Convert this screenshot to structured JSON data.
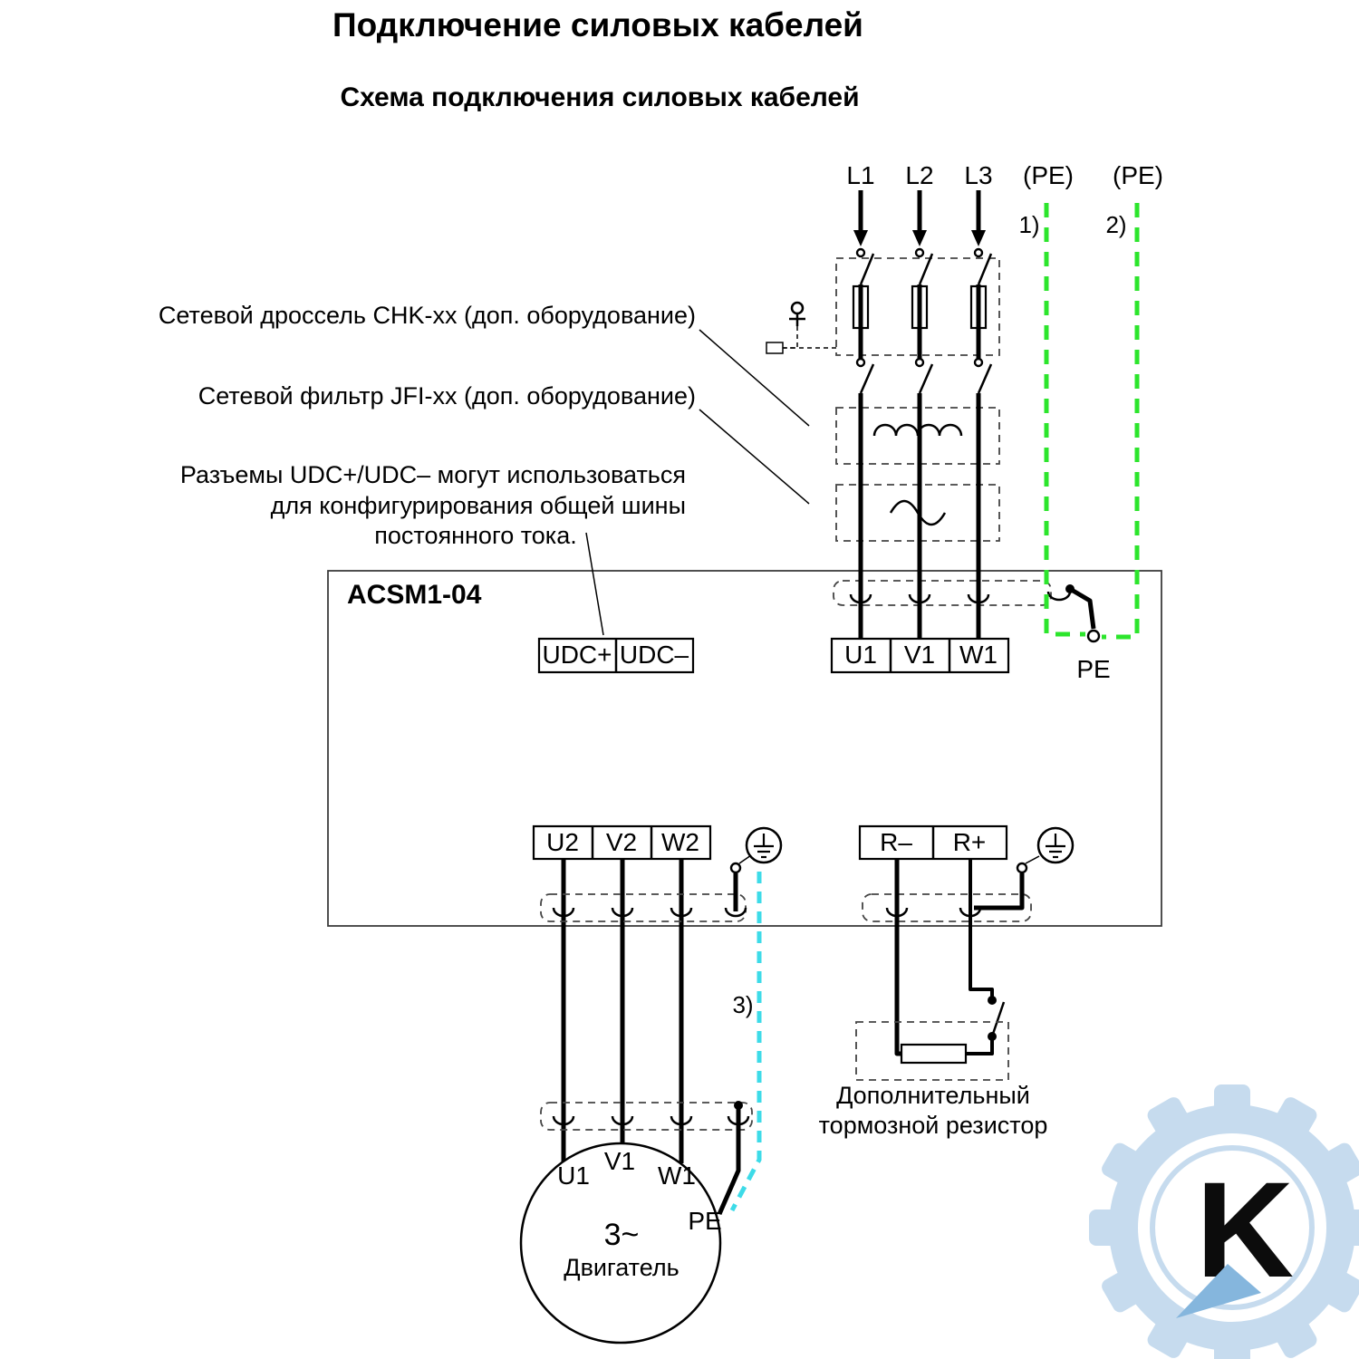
{
  "title": "Подключение силовых кабелей",
  "subtitle": "Схема подключения силовых кабелей",
  "supply": {
    "l1": "L1",
    "l2": "L2",
    "l3": "L3",
    "pe_left": "(PE)",
    "pe_right": "(PE)"
  },
  "notes": {
    "n1": "1)",
    "n2": "2)",
    "n3": "3)"
  },
  "annotations": {
    "choke": "Сетевой дроссель CHK-xx (доп. оборудование)",
    "filter": "Сетевой фильтр JFI-xx (доп. оборудование)",
    "udc_line1": "Разъемы UDC+/UDC– могут использоваться",
    "udc_line2": "для конфигурирования общей шины",
    "udc_line3": "постоянного тока."
  },
  "device": {
    "name": "ACSM1-04"
  },
  "terminals": {
    "udc_plus": "UDC+",
    "udc_minus": "UDC–",
    "u1": "U1",
    "v1": "V1",
    "w1": "W1",
    "pe": "PE",
    "u2": "U2",
    "v2": "V2",
    "w2": "W2",
    "r_minus": "R–",
    "r_plus": "R+"
  },
  "motor": {
    "u1": "U1",
    "v1": "V1",
    "w1": "W1",
    "phase": "3~",
    "name": "Двигатель",
    "pe": "PE"
  },
  "brake_resistor": {
    "line1": "Дополнительный",
    "line2": "тормозной резистор"
  },
  "watermark": {
    "letter": "K"
  },
  "colors": {
    "pe_green": "#2ce52c",
    "pe_cyan": "#3ddbe8",
    "watermark_blue": "#c3daee",
    "watermark_arrow": "#7fb3dc"
  }
}
